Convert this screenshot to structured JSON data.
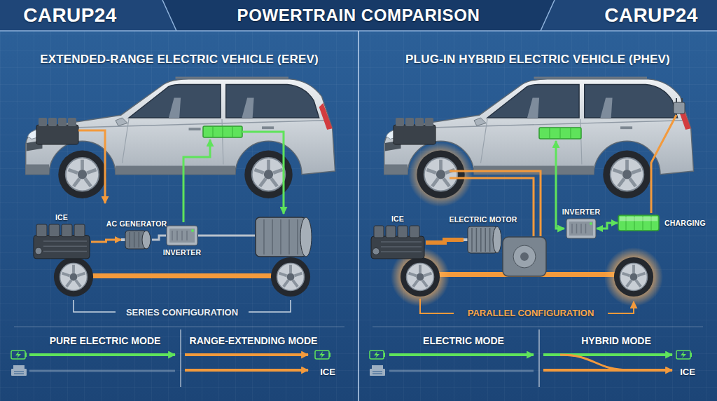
{
  "diagram": {
    "title": "POWERTRAIN COMPARISON",
    "nodes": [
      {
        "text": [
          "EXTENDED-RANGE ELECTRIC VEHICLE (EREV)"
        ]
      },
      {
        "text": [
          "ICE"
        ],
        "in": 0
      },
      {
        "text": [
          "AC GENERATOR"
        ],
        "in": 0
      },
      {
        "text": [
          "INVERTER"
        ],
        "in": 0
      },
      {
        "text": [
          "PLUG-IN HYBRID ELECTRIC VEHICLE (PHEV)"
        ]
      },
      {
        "text": [
          "ICE"
        ],
        "in": 4
      },
      {
        "text": [
          "ELECTRIC MOTOR"
        ],
        "in": 4
      },
      {
        "text": [
          "INVERTER"
        ],
        "in": 4
      },
      {
        "text": [
          "CHARGING"
        ],
        "in": 4
      }
    ],
    "edges": [
      {
        "from": 1,
        "to": 2,
        "arrow": "to"
      },
      {
        "from": 2,
        "to": 3,
        "arrow": "none"
      },
      {
        "from": 5,
        "to": 6,
        "arrow": "none"
      },
      {
        "from": 7,
        "to": 8,
        "arrow": "both"
      }
    ],
    "labels": [
      "CARUP24",
      "CARUP24",
      "SERIES CONFIGURATION",
      "PARALLEL CONFIGURATION",
      "PURE ELECTRIC MODE",
      "RANGE-EXTENDING MODE",
      "ICE",
      "ELECTRIC MODE",
      "HYBRID MODE",
      "ICE"
    ]
  }
}
